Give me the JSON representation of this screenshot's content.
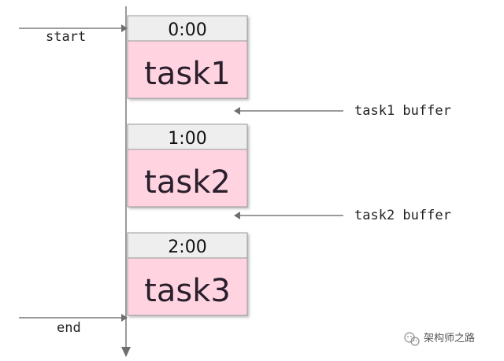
{
  "labels": {
    "start": "start",
    "end": "end"
  },
  "tasks": [
    {
      "time": "0:00",
      "name": "task1"
    },
    {
      "time": "1:00",
      "name": "task2"
    },
    {
      "time": "2:00",
      "name": "task3"
    }
  ],
  "buffers": [
    {
      "label": "task1 buffer"
    },
    {
      "label": "task2 buffer"
    }
  ],
  "watermark": "架构师之路",
  "colors": {
    "header_fill": "#eeeeee",
    "task_fill": "#ffd4e0",
    "border": "#9a9a9a",
    "line": "#7a7a7a"
  },
  "icons": {
    "watermark": "wechat-icon"
  }
}
